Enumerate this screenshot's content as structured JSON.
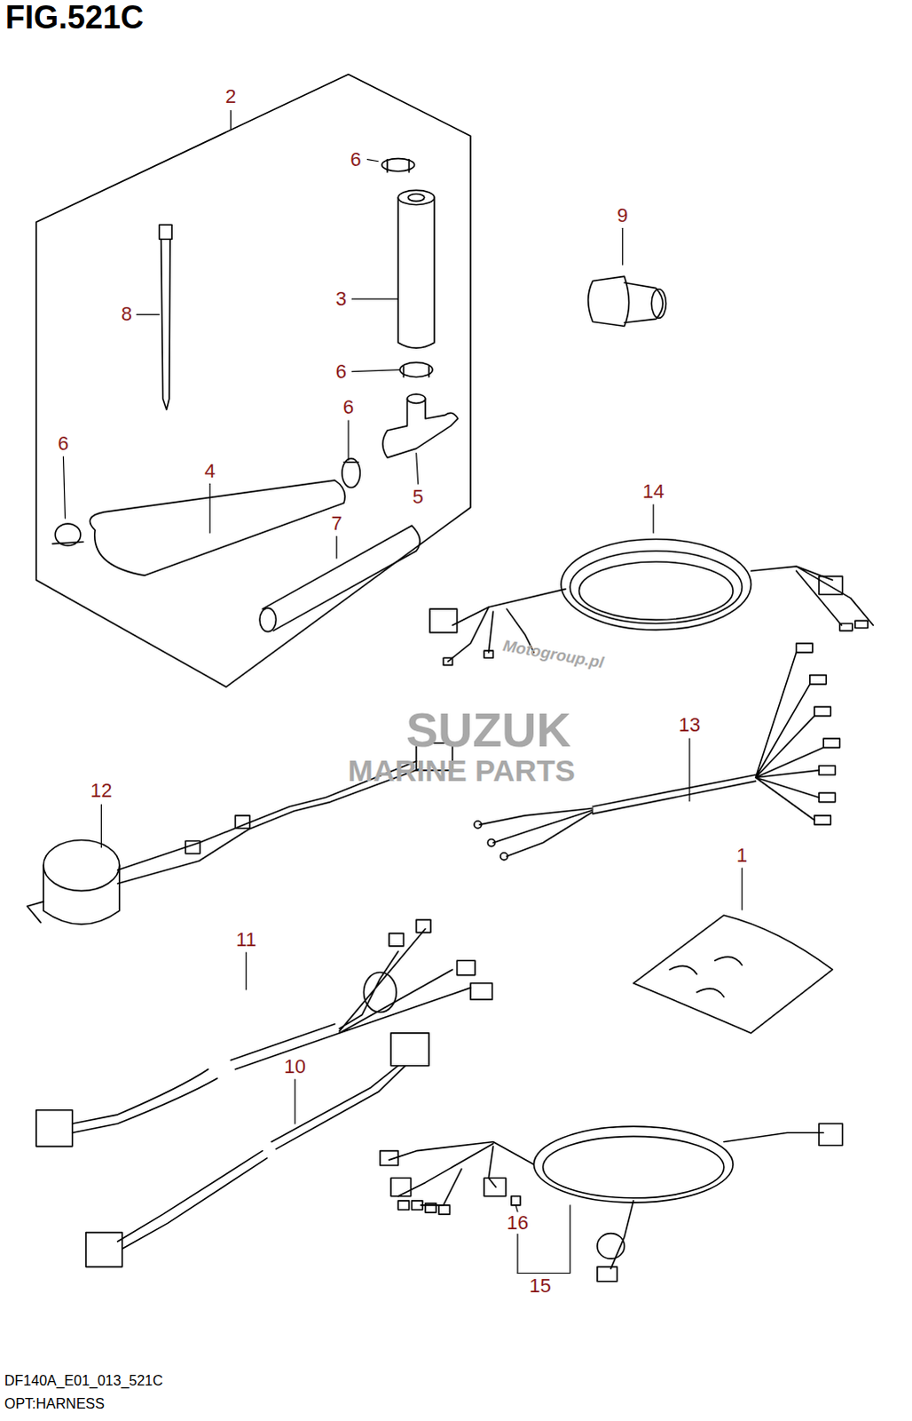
{
  "diagram": {
    "title": "FIG.521C",
    "caption": "OPT:HARNESS",
    "labels": [
      "2",
      "6",
      "9",
      "8",
      "3",
      "6",
      "6",
      "6",
      "4",
      "5",
      "7",
      "14",
      "Motogroup.pl",
      "SUZUK",
      "MARINE PARTS",
      "13",
      "12",
      "1",
      "11",
      "10",
      "16",
      "15",
      "DF140A_E01_013_521C"
    ]
  }
}
